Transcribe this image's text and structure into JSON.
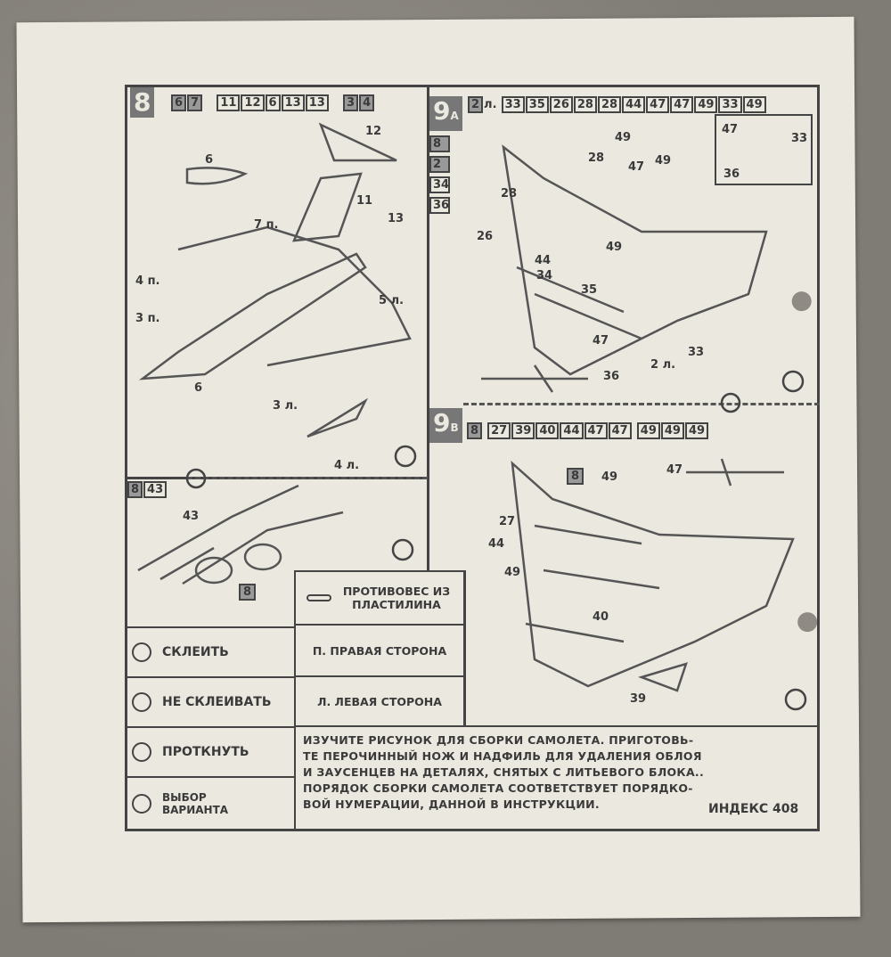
{
  "step8": {
    "number": "8",
    "parts_shaded": [
      "6",
      "7"
    ],
    "parts": [
      "11",
      "12",
      "6",
      "13",
      "13"
    ],
    "parts_extra": [
      "3",
      "4"
    ]
  },
  "step9a": {
    "number": "9",
    "suffix": "А",
    "part_shaded": "2",
    "side": "л.",
    "parts": [
      "33",
      "35",
      "26",
      "28",
      "28",
      "44",
      "47",
      "47",
      "49",
      "33",
      "49"
    ],
    "side_parts": [
      "8",
      "2",
      "34",
      "36"
    ]
  },
  "step9b": {
    "number": "9",
    "suffix": "В",
    "part_shaded": "8",
    "parts": [
      "27",
      "39",
      "40",
      "44",
      "47",
      "47",
      "49",
      "49",
      "49"
    ]
  },
  "step843": {
    "label": "8",
    "part": "43"
  },
  "callouts8": [
    "12",
    "6",
    "11",
    "13",
    "7 п.",
    "4 п.",
    "3 п.",
    "5 л.",
    "6",
    "3 л.",
    "4 л."
  ],
  "callouts9a": [
    "49",
    "28",
    "47",
    "49",
    "28",
    "26",
    "44",
    "34",
    "35",
    "49",
    "47",
    "36",
    "33",
    "2 л.",
    "47",
    "33",
    "36"
  ],
  "callouts9b": [
    "8",
    "49",
    "47",
    "27",
    "44",
    "49",
    "40",
    "39"
  ],
  "callouts843": [
    "43",
    "8"
  ],
  "legend": {
    "counterweight": "ПРОТИВОВЕС ИЗ ПЛАСТИЛИНА",
    "right_side": "П. ПРАВАЯ СТОРОНА",
    "left_side": "Л. ЛЕВАЯ СТОРОНА",
    "glue": "СКЛЕИТЬ",
    "no_glue": "НЕ СКЛЕИВАТЬ",
    "pierce": "ПРОТКНУТЬ",
    "choice": "ВЫБОР ВАРИАНТА"
  },
  "instructions": [
    "ИЗУЧИТЕ РИСУНОК ДЛЯ СБОРКИ САМОЛЕТА. ПРИГОТОВЬ-",
    "ТЕ ПЕРОЧИННЫЙ НОЖ И НАДФИЛЬ ДЛЯ УДАЛЕНИЯ ОБЛОЯ",
    "И ЗАУСЕНЦЕВ НА ДЕТАЛЯХ, СНЯТЫХ С ЛИТЬЕВОГО БЛОКА..",
    "ПОРЯДОК СБОРКИ САМОЛЕТА СООТВЕТСТВУЕТ ПОРЯДКО-",
    "ВОЙ НУМЕРАЦИИ, ДАННОЙ В ИНСТРУКЦИИ."
  ],
  "index": "ИНДЕКС 408"
}
